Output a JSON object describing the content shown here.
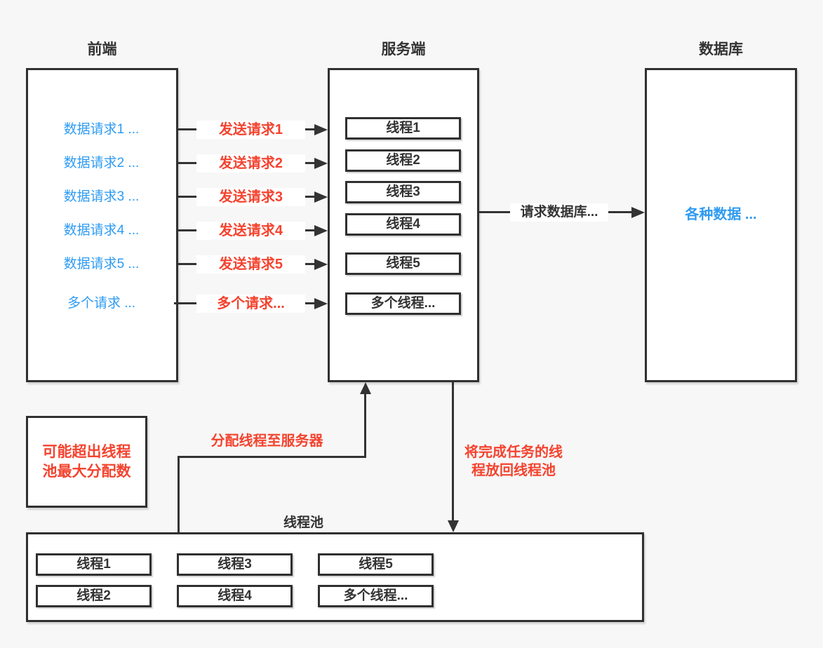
{
  "colors": {
    "background": "#F7F7F7",
    "accent_blue": "#2E9BF2",
    "accent_red": "#F4432F",
    "line_dark": "#333333",
    "box_fill": "#FFFFFF"
  },
  "frontend": {
    "title": "前端",
    "requests": [
      "数据请求1 ...",
      "数据请求2 ...",
      "数据请求3 ...",
      "数据请求4 ...",
      "数据请求5 ...",
      "多个请求 ..."
    ]
  },
  "server": {
    "title": "服务端",
    "threads": [
      "线程1",
      "线程2",
      "线程3",
      "线程4",
      "线程5",
      "多个线程..."
    ]
  },
  "database": {
    "title": "数据库",
    "content": "各种数据 ..."
  },
  "arrows": {
    "send_requests": [
      "发送请求1",
      "发送请求2",
      "发送请求3",
      "发送请求4",
      "发送请求5",
      "多个请求..."
    ],
    "query_db": "请求数据库...",
    "allocate_threads": "分配线程至服务器",
    "return_line1": "将完成任务的线",
    "return_line2": "程放回线程池"
  },
  "note": {
    "line1": "可能超出线程",
    "line2": "池最大分配数"
  },
  "pool": {
    "title": "线程池",
    "row1": [
      "线程1",
      "线程3",
      "线程5"
    ],
    "row2": [
      "线程2",
      "线程4",
      "多个线程..."
    ]
  }
}
